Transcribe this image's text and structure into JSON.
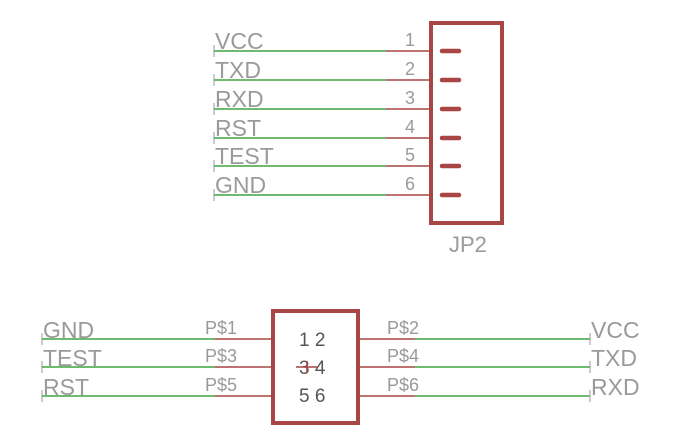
{
  "colors": {
    "wire": "#3fa33f",
    "pin": "#a84545",
    "text": "#9a9a9a",
    "body_text": "#555555"
  },
  "jp2": {
    "name": "JP2",
    "pins": [
      {
        "net": "VCC",
        "num": "1"
      },
      {
        "net": "TXD",
        "num": "2"
      },
      {
        "net": "RXD",
        "num": "3"
      },
      {
        "net": "RST",
        "num": "4"
      },
      {
        "net": "TEST",
        "num": "5"
      },
      {
        "net": "GND",
        "num": "6"
      }
    ]
  },
  "header": {
    "body_rows": [
      "1 2",
      "3 4",
      "5 6"
    ],
    "left": [
      {
        "net": "GND",
        "pad": "P$1"
      },
      {
        "net": "TEST",
        "pad": "P$3"
      },
      {
        "net": "RST",
        "pad": "P$5"
      }
    ],
    "right": [
      {
        "net": "VCC",
        "pad": "P$2"
      },
      {
        "net": "TXD",
        "pad": "P$4"
      },
      {
        "net": "RXD",
        "pad": "P$6"
      }
    ]
  }
}
